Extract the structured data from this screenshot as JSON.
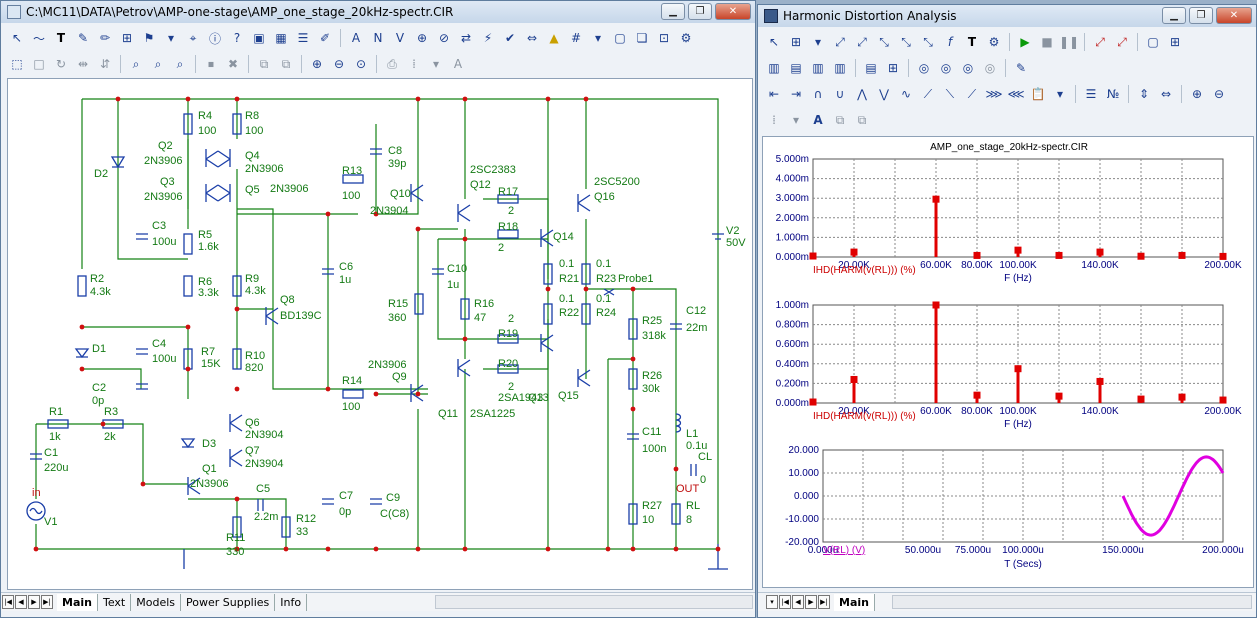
{
  "schematic_window": {
    "title": "C:\\MC11\\DATA\\Petrov\\AMP-one-stage\\AMP_one_stage_20kHz-spectr.CIR",
    "tabs": [
      "Main",
      "Text",
      "Models",
      "Power Supplies",
      "Info"
    ],
    "active_tab": "Main",
    "components": [
      {
        "name": "R4",
        "value": "100"
      },
      {
        "name": "R8",
        "value": "100"
      },
      {
        "name": "Q2",
        "value": "2N3906"
      },
      {
        "name": "Q4",
        "value": "2N3906"
      },
      {
        "name": "Q3",
        "value": "2N3906"
      },
      {
        "name": "Q5",
        "value": "2N3906"
      },
      {
        "name": "D2",
        "value": ""
      },
      {
        "name": "C3",
        "value": "100u"
      },
      {
        "name": "R5",
        "value": "1.6k"
      },
      {
        "name": "R6",
        "value": "3.3k"
      },
      {
        "name": "R2",
        "value": "4.3k"
      },
      {
        "name": "R9",
        "value": "4.3k"
      },
      {
        "name": "Q8",
        "value": "BD139C"
      },
      {
        "name": "D1",
        "value": ""
      },
      {
        "name": "C4",
        "value": "100u"
      },
      {
        "name": "R7",
        "value": "15K"
      },
      {
        "name": "R10",
        "value": "820"
      },
      {
        "name": "C2",
        "value": "0p"
      },
      {
        "name": "R1",
        "value": "1k"
      },
      {
        "name": "R3",
        "value": "2k"
      },
      {
        "name": "C1",
        "value": "220u"
      },
      {
        "name": "V1",
        "value": ""
      },
      {
        "name": "D3",
        "value": ""
      },
      {
        "name": "Q6",
        "value": "2N3904"
      },
      {
        "name": "Q7",
        "value": "2N3904"
      },
      {
        "name": "Q1",
        "value": "2N3906"
      },
      {
        "name": "C5",
        "value": "2.2m"
      },
      {
        "name": "R11",
        "value": "330"
      },
      {
        "name": "R12",
        "value": "33"
      },
      {
        "name": "C8",
        "value": "39p"
      },
      {
        "name": "R13",
        "value": "100"
      },
      {
        "name": "Q10",
        "value": "2N3904"
      },
      {
        "name": "C6",
        "value": "1u"
      },
      {
        "name": "R14",
        "value": "100"
      },
      {
        "name": "Q9",
        "value": "2N3906"
      },
      {
        "name": "C7",
        "value": "0p"
      },
      {
        "name": "C9",
        "value": "C(C8)"
      },
      {
        "name": "Q12",
        "value": "2SC2383"
      },
      {
        "name": "R17",
        "value": "2"
      },
      {
        "name": "R18",
        "value": "2"
      },
      {
        "name": "Q14",
        "value": ""
      },
      {
        "name": "C10",
        "value": "1u"
      },
      {
        "name": "R15",
        "value": "360"
      },
      {
        "name": "R16",
        "value": "47"
      },
      {
        "name": "R19",
        "value": "2"
      },
      {
        "name": "R20",
        "value": "2"
      },
      {
        "name": "Q13",
        "value": "2SA1943"
      },
      {
        "name": "Q11",
        "value": "2SA1225"
      },
      {
        "name": "Q16",
        "value": "2SC5200"
      },
      {
        "name": "R21",
        "value": "0.1"
      },
      {
        "name": "R22",
        "value": "0.1"
      },
      {
        "name": "R23",
        "value": "0.1"
      },
      {
        "name": "R24",
        "value": "0.1"
      },
      {
        "name": "Q15",
        "value": ""
      },
      {
        "name": "V2",
        "value": "50V"
      },
      {
        "name": "R25",
        "value": "318k"
      },
      {
        "name": "C12",
        "value": "22m"
      },
      {
        "name": "R26",
        "value": "30k"
      },
      {
        "name": "C11",
        "value": "100n"
      },
      {
        "name": "L1",
        "value": "0.1u"
      },
      {
        "name": "CL",
        "value": "0"
      },
      {
        "name": "R27",
        "value": "10"
      },
      {
        "name": "RL",
        "value": "8"
      }
    ],
    "labels": {
      "probe": "Probe1",
      "out": "OUT",
      "in": "in",
      "q5_note": "2N3906"
    }
  },
  "analysis_window": {
    "title": "Harmonic Distortion Analysis",
    "tabs": [
      "Main"
    ],
    "active_tab": "Main",
    "plot_title": "AMP_one_stage_20kHz-spectr.CIR"
  },
  "chart_data": [
    {
      "type": "bar",
      "title": "AMP_one_stage_20kHz-spectr.CIR",
      "series_label": "IHD(HARM(v(RL))) (%)",
      "xlabel": "F (Hz)",
      "xlim": [
        0,
        200000
      ],
      "ylim": [
        0,
        0.005
      ],
      "x_ticks": [
        "20.00K",
        "60.00K",
        "80.00K",
        "100.00K",
        "140.00K",
        "200.00K"
      ],
      "y_ticks": [
        "0.000m",
        "1.000m",
        "2.000m",
        "3.000m",
        "4.000m",
        "5.000m"
      ],
      "x": [
        0,
        20000,
        40000,
        60000,
        80000,
        100000,
        120000,
        140000,
        160000,
        180000,
        200000
      ],
      "values": [
        5e-05,
        0.00025,
        0,
        0.00295,
        8e-05,
        0.00035,
        8e-05,
        0.00025,
        4e-05,
        8e-05,
        3e-05
      ],
      "grid": true
    },
    {
      "type": "bar",
      "series_label": "IHD(HARM(v(RL))) (%)",
      "xlabel": "F (Hz)",
      "xlim": [
        0,
        200000
      ],
      "ylim": [
        0,
        0.001
      ],
      "x_ticks": [
        "20.00K",
        "60.00K",
        "80.00K",
        "100.00K",
        "140.00K",
        "200.00K"
      ],
      "y_ticks": [
        "0.000m",
        "0.200m",
        "0.400m",
        "0.600m",
        "0.800m",
        "1.000m"
      ],
      "x": [
        0,
        20000,
        40000,
        60000,
        80000,
        100000,
        120000,
        140000,
        160000,
        180000,
        200000
      ],
      "values": [
        1e-05,
        0.00024,
        0,
        0.001,
        8e-05,
        0.00035,
        7e-05,
        0.00022,
        4e-05,
        6e-05,
        3e-05
      ],
      "grid": true
    },
    {
      "type": "line",
      "series_label": "V(RL) (V)",
      "xlabel": "T (Secs)",
      "xlim": [
        0,
        0.0002
      ],
      "ylim": [
        -20,
        20
      ],
      "x_ticks": [
        "0.000u",
        "50.000u",
        "75.000u",
        "100.000u",
        "150.000u",
        "200.000u"
      ],
      "y_ticks": [
        "-20.000",
        "-10.000",
        "0.000",
        "10.000",
        "20.000"
      ],
      "x": [
        0.00015,
        0.00016,
        0.00017,
        0.00018,
        0.00019,
        0.0002
      ],
      "values": [
        0,
        -12,
        -17,
        0,
        17,
        0
      ],
      "color": "#e000e0",
      "grid": true
    }
  ]
}
